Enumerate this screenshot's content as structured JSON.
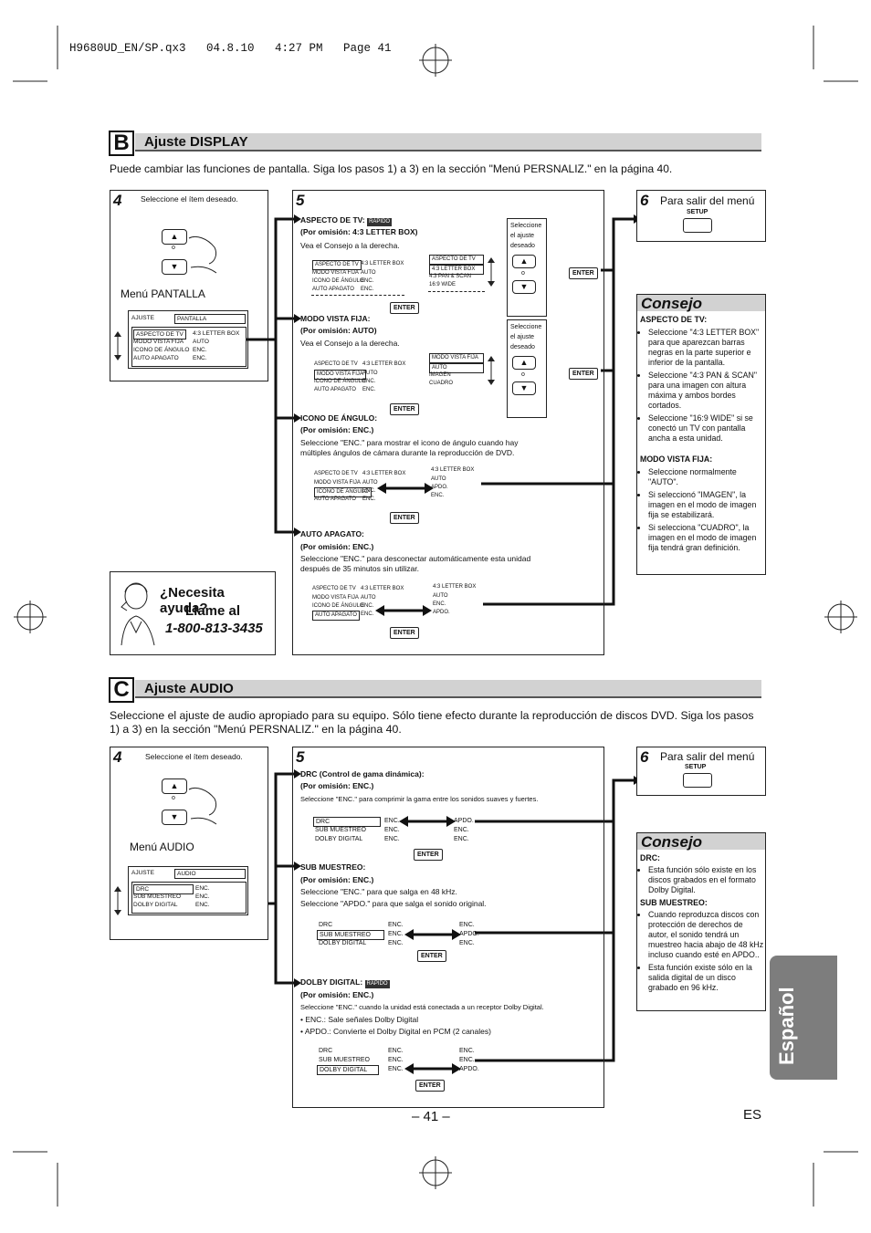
{
  "header": {
    "file_line": "H9680UD_EN/SP.qx3   04.8.10   4:27 PM   Page 41"
  },
  "display": {
    "letter": "B",
    "title": "Ajuste DISPLAY",
    "intro": "Puede cambiar las funciones de pantalla. Siga los pasos 1) a 3) en la sección \"Menú PERSNALIZ.\" en la página 40.",
    "step4": {
      "num": "4",
      "caption": "Seleccione el ítem deseado.",
      "o": "o",
      "menu_label": "Menú PANTALLA",
      "screen_header": [
        "AJUSTE",
        "PANTALLA"
      ],
      "rows": [
        [
          "ASPECTO DE TV",
          "4:3 LETTER BOX"
        ],
        [
          "MODO VISTA FIJA",
          "AUTO"
        ],
        [
          "ICONO DE ÁNGULO",
          "ENC."
        ],
        [
          "AUTO APAGATO",
          "ENC."
        ]
      ]
    },
    "step5": {
      "num": "5",
      "aspecto": {
        "title": "ASPECTO DE TV:",
        "badge": "RÁPIDO",
        "default": "(Por omisión: 4:3 LETTER BOX)",
        "note": "Vea el Consejo a la derecha.",
        "options": [
          "ASPECTO DE TV",
          "4:3 LETTER BOX",
          "4:3 PAN & SCAN",
          "16:9 WIDE"
        ]
      },
      "modo": {
        "title": "MODO VISTA FIJA:",
        "default": "(Por omisión: AUTO)",
        "note": "Vea el Consejo a la derecha.",
        "options": [
          "MODO VISTA FIJA",
          "AUTO",
          "IMAGEN",
          "CUADRO"
        ]
      },
      "icono": {
        "title": "ICONO DE ÁNGULO:",
        "default": "(Por omisión: ENC.)",
        "desc": "Seleccione \"ENC.\" para mostrar el icono de ángulo cuando hay múltiples ángulos de cámara durante la reproducción de DVD."
      },
      "apagato": {
        "title": "AUTO APAGATO:",
        "default": "(Por omisión: ENC.)",
        "desc": "Seleccione \"ENC.\" para desconectar automáticamente esta unidad después de 35 minutos sin utilizar."
      },
      "select_hint": [
        "Seleccione",
        "el ajuste",
        "deseado"
      ],
      "enter": "ENTER",
      "mini_left": [
        "ASPECTO DE TV",
        "MODO VISTA FIJA",
        "ICONO DE ÁNGULO",
        "AUTO APAGATO"
      ],
      "mini_vals": [
        "4:3 LETTER BOX",
        "AUTO",
        "ENC.",
        "ENC."
      ],
      "mini_right": [
        "4:3 LETTER BOX",
        "AUTO",
        "APDO.",
        "ENC."
      ]
    },
    "step6": {
      "num": "6",
      "label": "Para salir del menú",
      "key": "SETUP"
    },
    "consejo": {
      "title": "Consejo",
      "h1": "ASPECTO DE TV:",
      "items1": [
        "Seleccione \"4:3 LETTER BOX\" para que aparezcan barras negras en la parte superior e inferior de la pantalla.",
        "Seleccione \"4:3 PAN & SCAN\" para una imagen con altura máxima y ambos bordes cortados.",
        "Seleccione \"16:9 WIDE\" si se conectó un TV con pantalla ancha a esta unidad."
      ],
      "h2": "MODO VISTA FIJA:",
      "items2": [
        "Seleccione normalmente \"AUTO\".",
        "Si seleccionó \"IMAGEN\", la imagen en el modo de imagen fija se estabilizará.",
        "Si selecciona \"CUADRO\", la imagen en el modo de imagen fija tendrá gran definición."
      ]
    },
    "help": {
      "line1": "¿Necesita ayuda?",
      "line2": "Llame al",
      "phone": "1-800-813-3435"
    }
  },
  "audio": {
    "letter": "C",
    "title": "Ajuste AUDIO",
    "intro": "Seleccione el ajuste de audio apropiado para su equipo. Sólo tiene efecto durante la reproducción de discos DVD. Siga los pasos 1) a 3) en la sección \"Menú PERSNALIZ.\" en la página 40.",
    "step4": {
      "num": "4",
      "caption": "Seleccione el ítem deseado.",
      "o": "o",
      "menu_label": "Menú AUDIO",
      "screen_header": [
        "AJUSTE",
        "AUDIO"
      ],
      "rows": [
        [
          "DRC",
          "ENC."
        ],
        [
          "SUB MUESTREO",
          "ENC."
        ],
        [
          "DOLBY DIGITAL",
          "ENC."
        ]
      ]
    },
    "step5": {
      "num": "5",
      "drc": {
        "title": "DRC (Control de gama dinámica):",
        "default": "(Por omisión: ENC.)",
        "desc": "Seleccione \"ENC.\" para comprimir la gama entre los sonidos suaves y fuertes."
      },
      "sub": {
        "title": "SUB MUESTREO:",
        "default": "(Por omisión: ENC.)",
        "desc1": "Seleccione \"ENC.\" para que salga en 48 kHz.",
        "desc2": "Seleccione \"APDO.\" para que salga el sonido original."
      },
      "dolby": {
        "title": "DOLBY DIGITAL:",
        "badge": "RÁPIDO",
        "default": "(Por omisión: ENC.)",
        "desc": "Seleccione \"ENC.\" cuando la unidad está conectada a un receptor Dolby Digital.",
        "b1": "• ENC.: Sale señales Dolby Digital",
        "b2": "• APDO.: Convierte el Dolby Digital en PCM (2 canales)"
      },
      "enter": "ENTER",
      "labels": [
        "DRC",
        "SUB MUESTREO",
        "DOLBY DIGITAL"
      ],
      "vals": [
        "ENC.",
        "ENC.",
        "ENC."
      ],
      "apdo": "APDO."
    },
    "step6": {
      "num": "6",
      "label": "Para salir del menú",
      "key": "SETUP"
    },
    "consejo": {
      "title": "Consejo",
      "h1": "DRC:",
      "items1": [
        "Esta función sólo existe en los discos grabados en el formato Dolby Digital."
      ],
      "h2": "SUB MUESTREO:",
      "items2": [
        "Cuando reproduzca discos con protección de derechos de autor, el sonido tendrá un muestreo hacia abajo de 48 kHz incluso cuando esté en APDO..",
        "Esta función existe sólo en la salida digital de un disco grabado en 96 kHz."
      ]
    }
  },
  "footer": {
    "page": "– 41 –",
    "lang": "ES",
    "tab": "Español"
  }
}
